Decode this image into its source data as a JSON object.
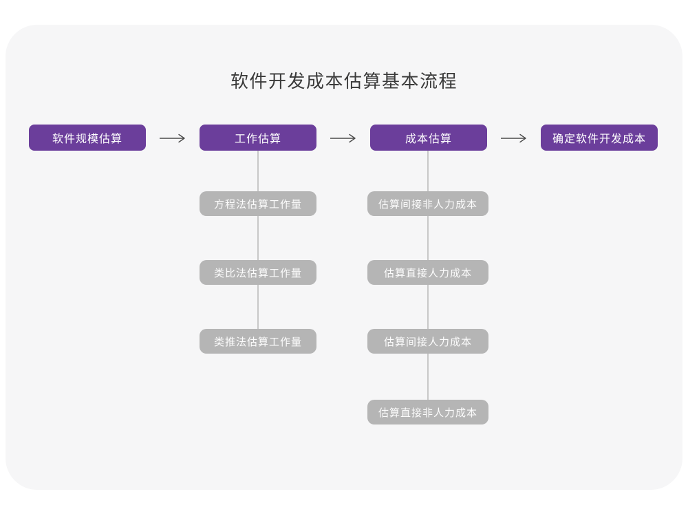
{
  "title": "软件开发成本估算基本流程",
  "colors": {
    "primary_purple": "#6b3e9b",
    "secondary_gray": "#b5b5b5",
    "canvas_bg": "#f6f6f7",
    "connector": "#c8c8c8",
    "arrow": "#4a4a4a",
    "title_text": "#3a3a3a"
  },
  "flow": {
    "main_nodes": [
      {
        "id": "software-scale-estimation",
        "label": "软件规模估算"
      },
      {
        "id": "work-estimation",
        "label": "工作估算"
      },
      {
        "id": "cost-estimation",
        "label": "成本估算"
      },
      {
        "id": "determine-dev-cost",
        "label": "确定软件开发成本"
      }
    ],
    "effort_children": [
      "方程法估算工作量",
      "类比法估算工作量",
      "类推法估算工作量"
    ],
    "cost_children": [
      "估算间接非人力成本",
      "估算直接人力成本",
      "估算间接人力成本",
      "估算直接非人力成本"
    ]
  }
}
